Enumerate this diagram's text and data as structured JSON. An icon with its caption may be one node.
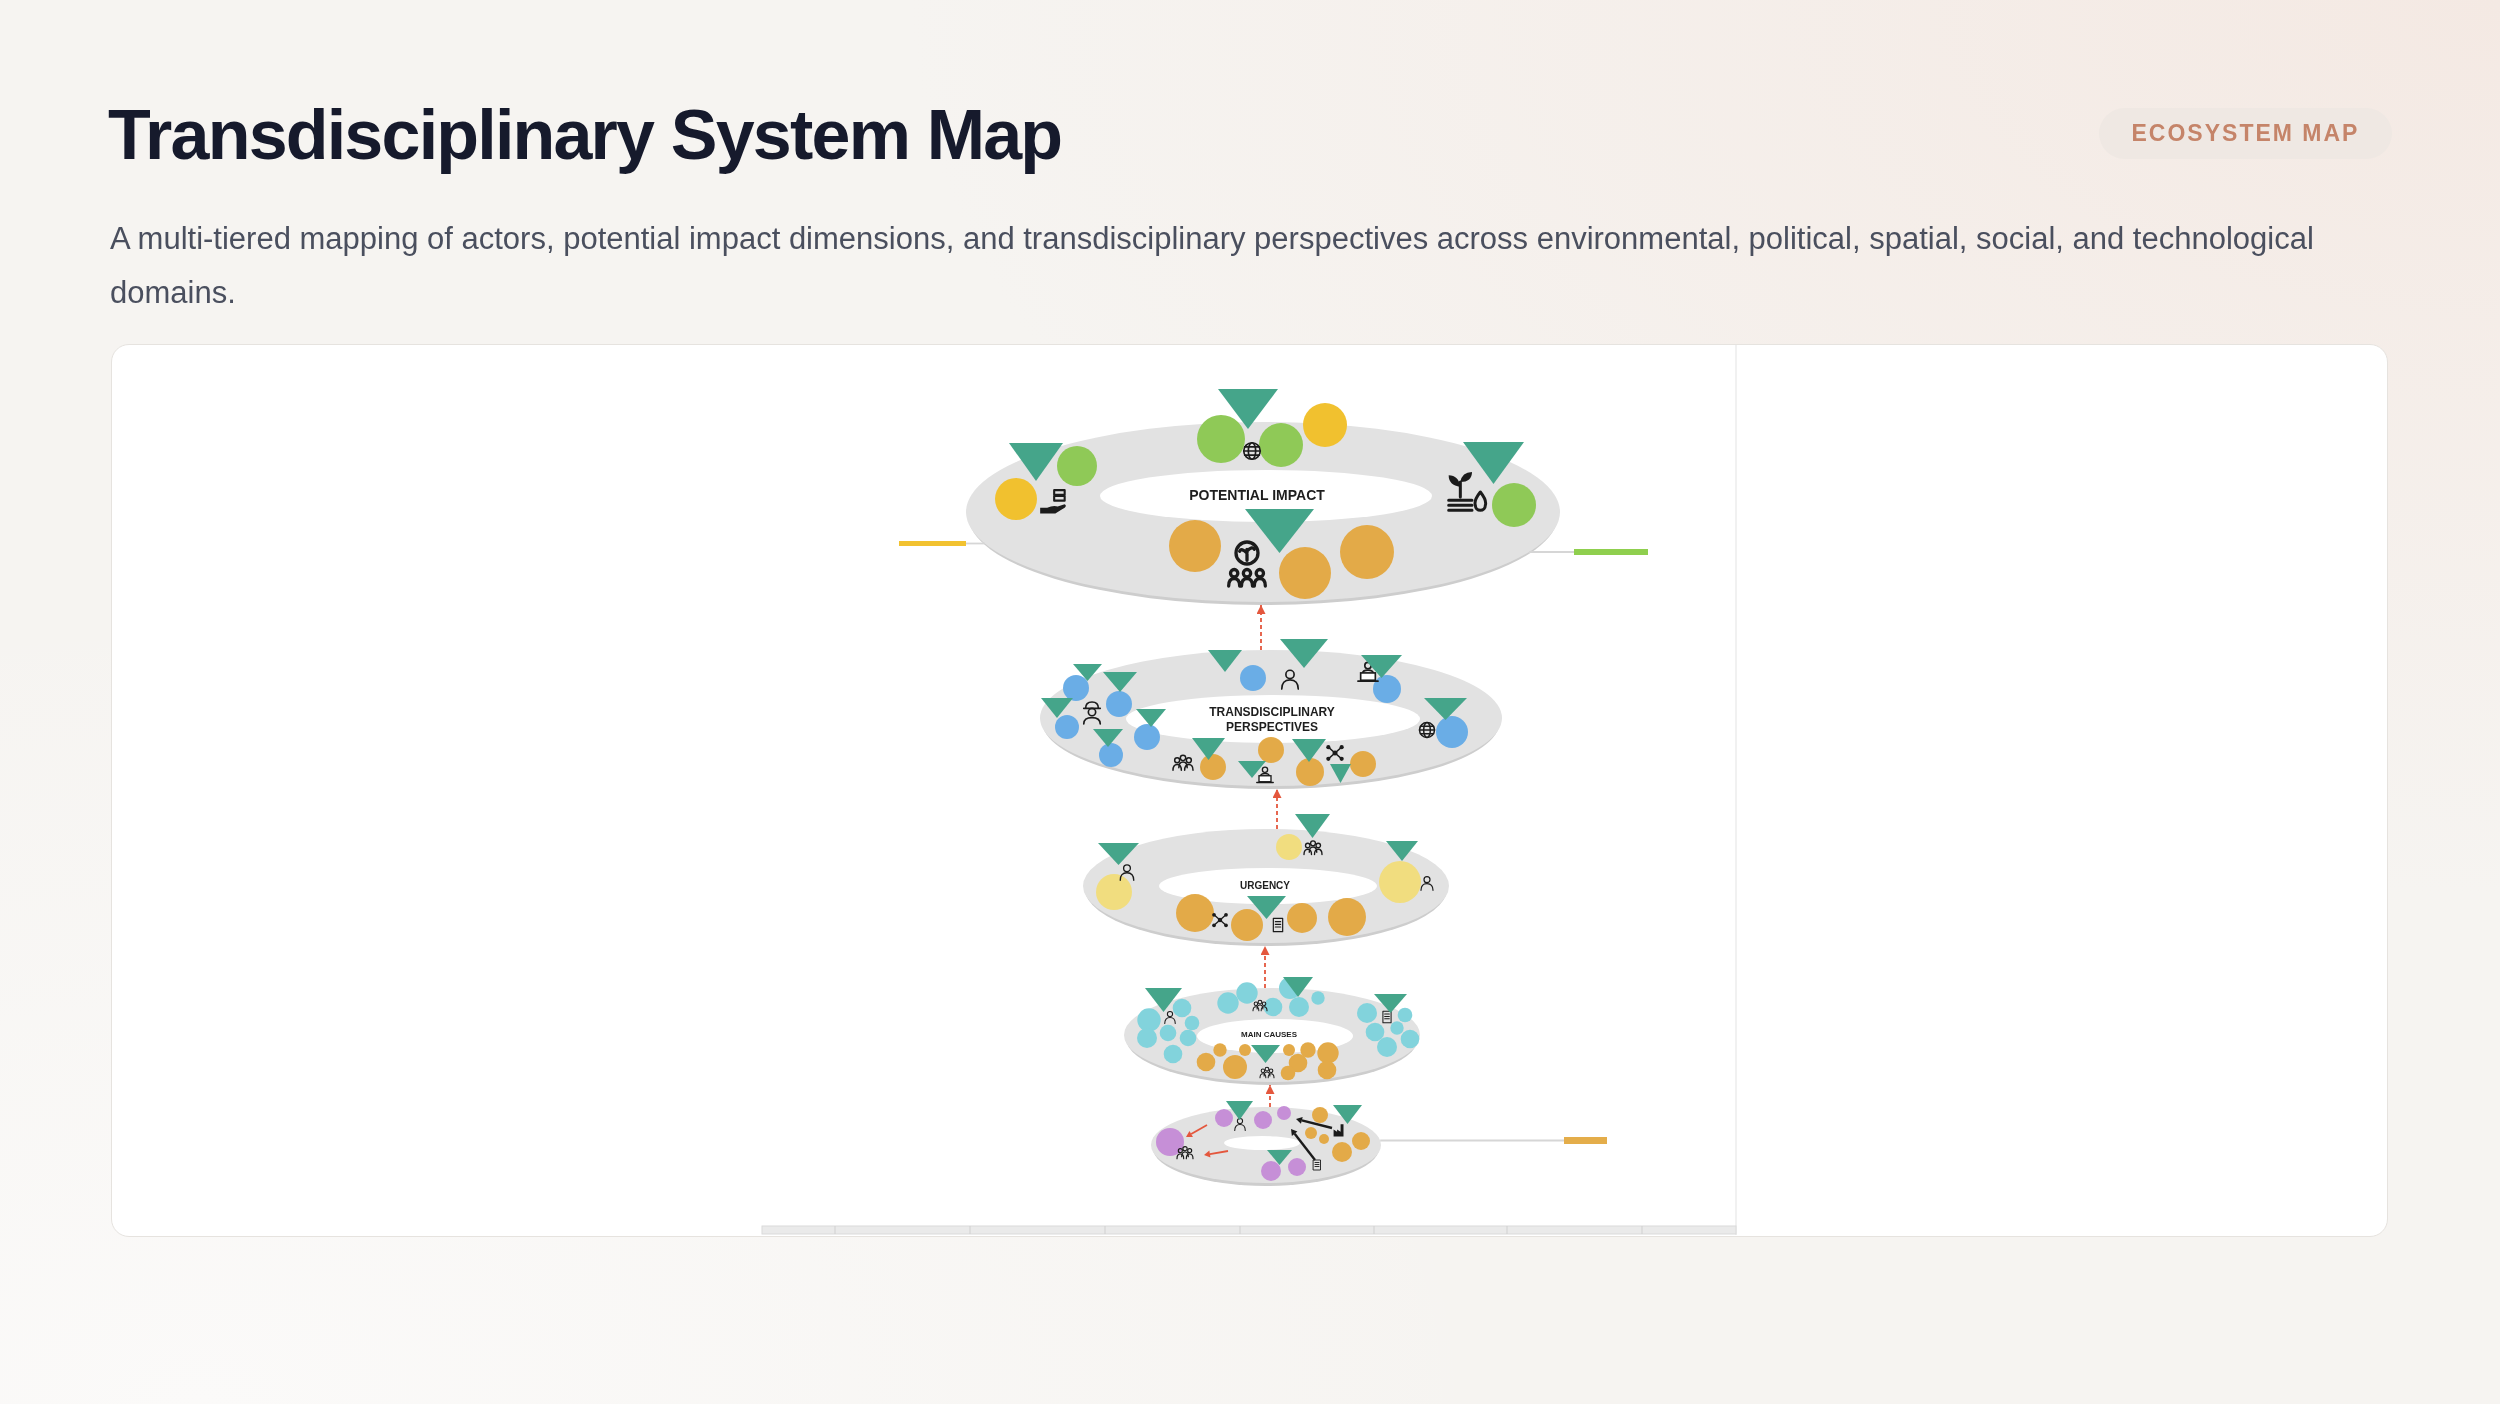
{
  "diagram": {
    "title": "Transdisciplinary System Map",
    "caption": "A multi-tiered mapping of actors, potential impact dimensions, and transdisciplinary perspectives across environmental, political, spatial, social, and technological domains.",
    "nodes": [
      {
        "text": [
          "POTENTIAL IMPACT"
        ]
      },
      {
        "text": [],
        "shape": "bar"
      },
      {
        "text": [],
        "shape": "bar"
      },
      {
        "text": [
          "TRANSDISCIPLINARY PERSPECTIVES"
        ]
      },
      {
        "text": [
          "URGENCY"
        ]
      },
      {
        "text": [
          "MAIN CAUSES"
        ]
      },
      {
        "text": [],
        "shape": "ring"
      },
      {
        "text": [],
        "shape": "bar"
      }
    ],
    "edges": [
      {
        "from": 3,
        "to": 0,
        "arrow": "to",
        "style": "dashed",
        "color": "#e4573d"
      },
      {
        "from": 4,
        "to": 3,
        "arrow": "to",
        "style": "dashed",
        "color": "#e4573d"
      },
      {
        "from": 5,
        "to": 4,
        "arrow": "to",
        "style": "dashed",
        "color": "#e4573d"
      },
      {
        "from": 6,
        "to": 5,
        "arrow": "to",
        "style": "dashed",
        "color": "#e4573d"
      },
      {
        "from": 1,
        "to": 0,
        "arrow": "none",
        "color": "#d6d6d6"
      },
      {
        "from": 2,
        "to": 0,
        "arrow": "none",
        "color": "#d6d6d6"
      },
      {
        "from": 7,
        "to": 6,
        "arrow": "none",
        "color": "#d6d6d6"
      }
    ],
    "labels": [
      "ECOSYSTEM MAP"
    ]
  }
}
